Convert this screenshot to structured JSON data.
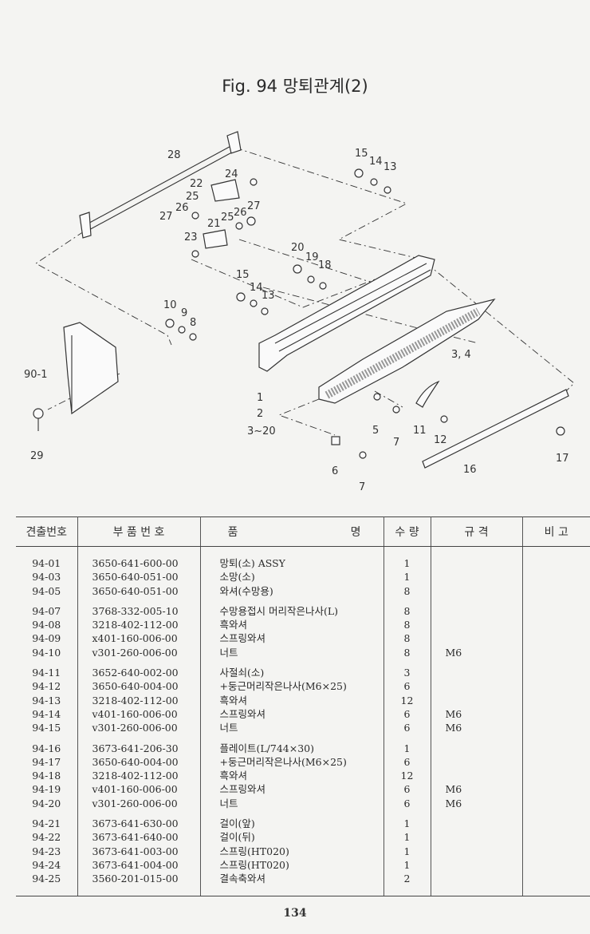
{
  "figure": {
    "title": "Fig. 94 망퇴관계(2)"
  },
  "diagram": {
    "callouts": [
      "28",
      "24",
      "22",
      "25",
      "26",
      "27",
      "27",
      "21",
      "25",
      "26",
      "23",
      "15",
      "14",
      "13",
      "20",
      "19",
      "18",
      "15",
      "14",
      "13",
      "10",
      "9",
      "8",
      "90-1",
      "29",
      "1",
      "2",
      "3~20",
      "3, 4",
      "5",
      "7",
      "6",
      "7",
      "11",
      "12",
      "16",
      "17"
    ]
  },
  "table": {
    "headers": {
      "ref": "견출번호",
      "part_no": "부 품 번 호",
      "name_left": "품",
      "name_right": "명",
      "qty": "수 량",
      "spec": "규 격",
      "note": "비 고"
    },
    "groups": [
      {
        "rows": [
          {
            "ref": "94-01",
            "part_no": "3650-641-600-00",
            "name": "망퇴(소) ASSY",
            "qty": "1",
            "spec": ""
          },
          {
            "ref": "94-03",
            "part_no": "3650-640-051-00",
            "name": "소망(소)",
            "qty": "1",
            "spec": ""
          },
          {
            "ref": "94-05",
            "part_no": "3650-640-051-00",
            "name": "와셔(수망용)",
            "qty": "8",
            "spec": ""
          }
        ]
      },
      {
        "rows": [
          {
            "ref": "94-07",
            "part_no": "3768-332-005-10",
            "name": "수망용접시 머리작은나사(L)",
            "qty": "8",
            "spec": ""
          },
          {
            "ref": "94-08",
            "part_no": "3218-402-112-00",
            "name": "흑와셔",
            "qty": "8",
            "spec": ""
          },
          {
            "ref": "94-09",
            "part_no": "x401-160-006-00",
            "name": "스프링와셔",
            "qty": "8",
            "spec": ""
          },
          {
            "ref": "94-10",
            "part_no": "v301-260-006-00",
            "name": "너트",
            "qty": "8",
            "spec": "M6"
          }
        ]
      },
      {
        "rows": [
          {
            "ref": "94-11",
            "part_no": "3652-640-002-00",
            "name": "사절쇠(소)",
            "qty": "3",
            "spec": ""
          },
          {
            "ref": "94-12",
            "part_no": "3650-640-004-00",
            "name": "+둥근머리작은나사(M6×25)",
            "qty": "6",
            "spec": ""
          },
          {
            "ref": "94-13",
            "part_no": "3218-402-112-00",
            "name": "흑와셔",
            "qty": "12",
            "spec": ""
          },
          {
            "ref": "94-14",
            "part_no": "v401-160-006-00",
            "name": "스프링와셔",
            "qty": "6",
            "spec": "M6"
          },
          {
            "ref": "94-15",
            "part_no": "v301-260-006-00",
            "name": "너트",
            "qty": "6",
            "spec": "M6"
          }
        ]
      },
      {
        "rows": [
          {
            "ref": "94-16",
            "part_no": "3673-641-206-30",
            "name": "플레이트(L/744×30)",
            "qty": "1",
            "spec": ""
          },
          {
            "ref": "94-17",
            "part_no": "3650-640-004-00",
            "name": "+둥근머리작은나사(M6×25)",
            "qty": "6",
            "spec": ""
          },
          {
            "ref": "94-18",
            "part_no": "3218-402-112-00",
            "name": "흑와셔",
            "qty": "12",
            "spec": ""
          },
          {
            "ref": "94-19",
            "part_no": "v401-160-006-00",
            "name": "스프링와셔",
            "qty": "6",
            "spec": "M6"
          },
          {
            "ref": "94-20",
            "part_no": "v301-260-006-00",
            "name": "너트",
            "qty": "6",
            "spec": "M6"
          }
        ]
      },
      {
        "rows": [
          {
            "ref": "94-21",
            "part_no": "3673-641-630-00",
            "name": "걸이(앞)",
            "qty": "1",
            "spec": ""
          },
          {
            "ref": "94-22",
            "part_no": "3673-641-640-00",
            "name": "걸이(뒤)",
            "qty": "1",
            "spec": ""
          },
          {
            "ref": "94-23",
            "part_no": "3673-641-003-00",
            "name": "스프링(HT020)",
            "qty": "1",
            "spec": ""
          },
          {
            "ref": "94-24",
            "part_no": "3673-641-004-00",
            "name": "스프링(HT020)",
            "qty": "1",
            "spec": ""
          },
          {
            "ref": "94-25",
            "part_no": "3560-201-015-00",
            "name": "결속축와셔",
            "qty": "2",
            "spec": ""
          }
        ]
      }
    ]
  },
  "page_number": "134"
}
